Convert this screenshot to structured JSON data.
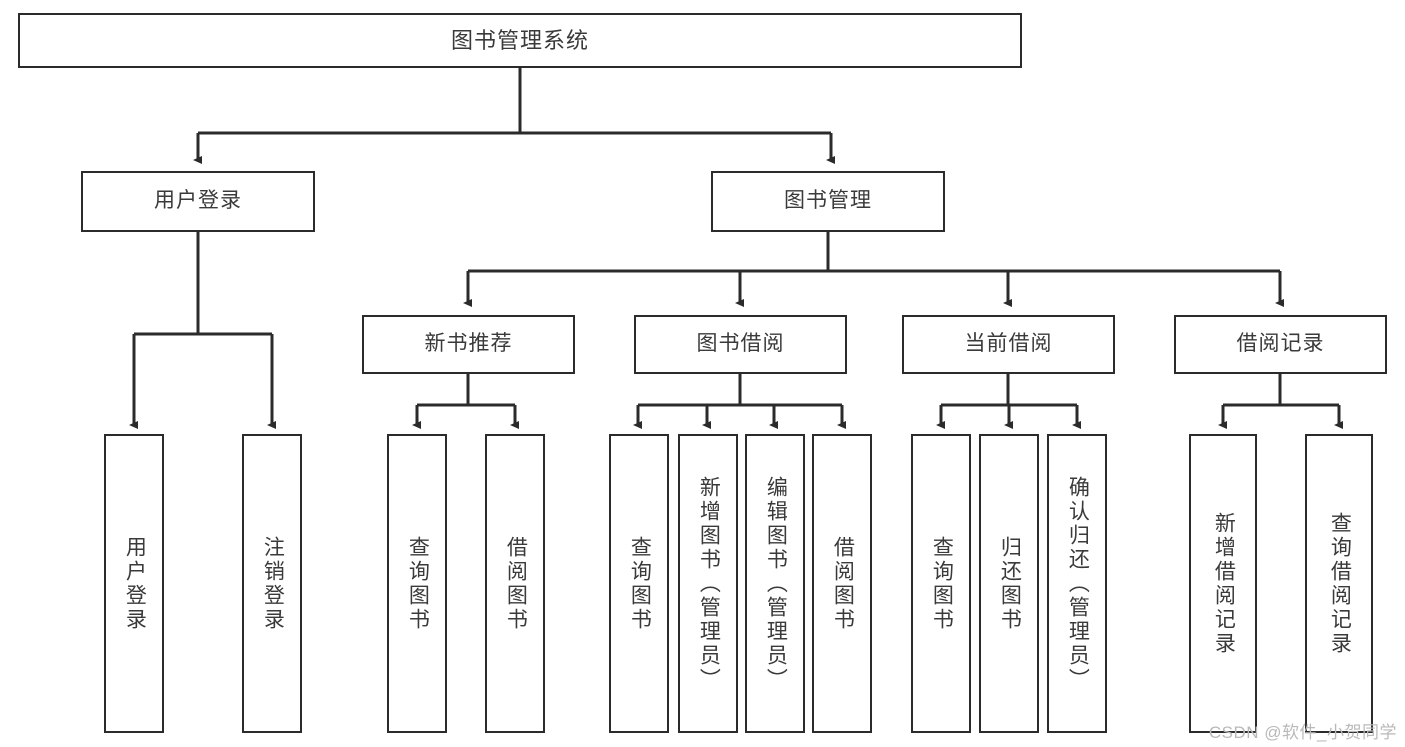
{
  "diagram": {
    "title": "图书管理系统",
    "type": "tree-hierarchy",
    "watermark": "CSDN @软件_小贺同学",
    "colors": {
      "stroke": "#2b2b2b",
      "box_fill": "#ffffff",
      "text": "#3a3a3a",
      "watermark": "#b9b9b9",
      "background": "#ffffff"
    },
    "root": {
      "label": "图书管理系统"
    },
    "level2": [
      {
        "label": "用户登录"
      },
      {
        "label": "图书管理"
      }
    ],
    "level3": [
      {
        "label": "新书推荐"
      },
      {
        "label": "图书借阅"
      },
      {
        "label": "当前借阅"
      },
      {
        "label": "借阅记录"
      }
    ],
    "leaves": {
      "user_login": [
        {
          "label": "用户登录"
        },
        {
          "label": "注销登录"
        }
      ],
      "new_book_recommend": [
        {
          "label": "查询图书"
        },
        {
          "label": "借阅图书"
        }
      ],
      "book_borrow": [
        {
          "label": "查询图书"
        },
        {
          "label": "新增图书（管理员）"
        },
        {
          "label": "编辑图书（管理员）"
        },
        {
          "label": "借阅图书"
        }
      ],
      "current_borrow": [
        {
          "label": "查询图书"
        },
        {
          "label": "归还图书"
        },
        {
          "label": "确认归还（管理员）"
        }
      ],
      "borrow_record": [
        {
          "label": "新增借阅记录"
        },
        {
          "label": "查询借阅记录"
        }
      ]
    }
  }
}
